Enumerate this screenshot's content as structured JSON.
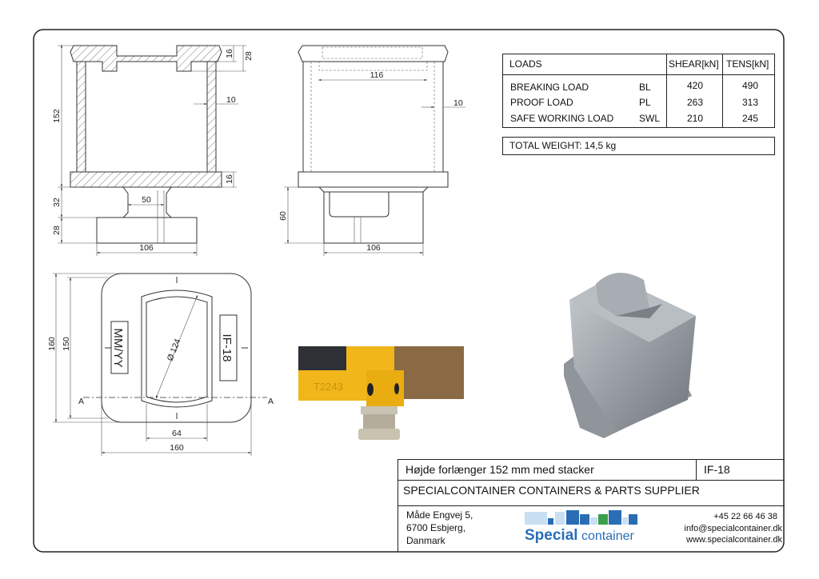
{
  "drawing": {
    "section_view": {
      "dims": {
        "height_152": "152",
        "flange_16_top": "16",
        "flange_28": "28",
        "wall_10": "10",
        "flange_16_bottom": "16",
        "neck_32": "32",
        "base_28": "28",
        "neck_50": "50",
        "base_106": "106"
      }
    },
    "side_view": {
      "dims": {
        "slot_116": "116",
        "wall_10": "10",
        "lower_60": "60",
        "base_106": "106"
      }
    },
    "top_view": {
      "dims": {
        "outer_160_v": "160",
        "inner_150": "150",
        "diameter_124": "Ø 124",
        "slot_64": "64",
        "outer_160_h": "160"
      },
      "marking_date": "MM/YY",
      "marking_code": "IF-18",
      "section_mark_left": "A",
      "section_mark_right": "A"
    }
  },
  "loads_table": {
    "headers": [
      "LOADS",
      "SHEAR[kN]",
      "TENS[kN]"
    ],
    "rows": [
      {
        "label": "BREAKING LOAD",
        "abbr": "BL",
        "shear": "420",
        "tens": "490"
      },
      {
        "label": "PROOF LOAD",
        "abbr": "PL",
        "shear": "263",
        "tens": "313"
      },
      {
        "label": "SAFE WORKING LOAD",
        "abbr": "SWL",
        "shear": "210",
        "tens": "245"
      }
    ],
    "total_weight": "TOTAL WEIGHT: 14,5 kg"
  },
  "photo_container": {
    "stamp": "T2243"
  },
  "title_block": {
    "description": "Højde forlænger 152 mm med stacker",
    "part_no": "IF-18",
    "company": "SPECIALCONTAINER CONTAINERS & PARTS SUPPLIER",
    "address": [
      "Måde Engvej 5,",
      "6700 Esbjerg,",
      "Danmark"
    ],
    "logo": {
      "word1": "Special",
      "word2": "container",
      "colors": {
        "dark": "#2a6db5",
        "light": "#c9dff2",
        "green": "#3aa04a"
      }
    },
    "contact": {
      "phone": "+45 22 66 46 38",
      "email": "info@specialcontainer.dk",
      "web": "www.specialcontainer.dk"
    }
  }
}
